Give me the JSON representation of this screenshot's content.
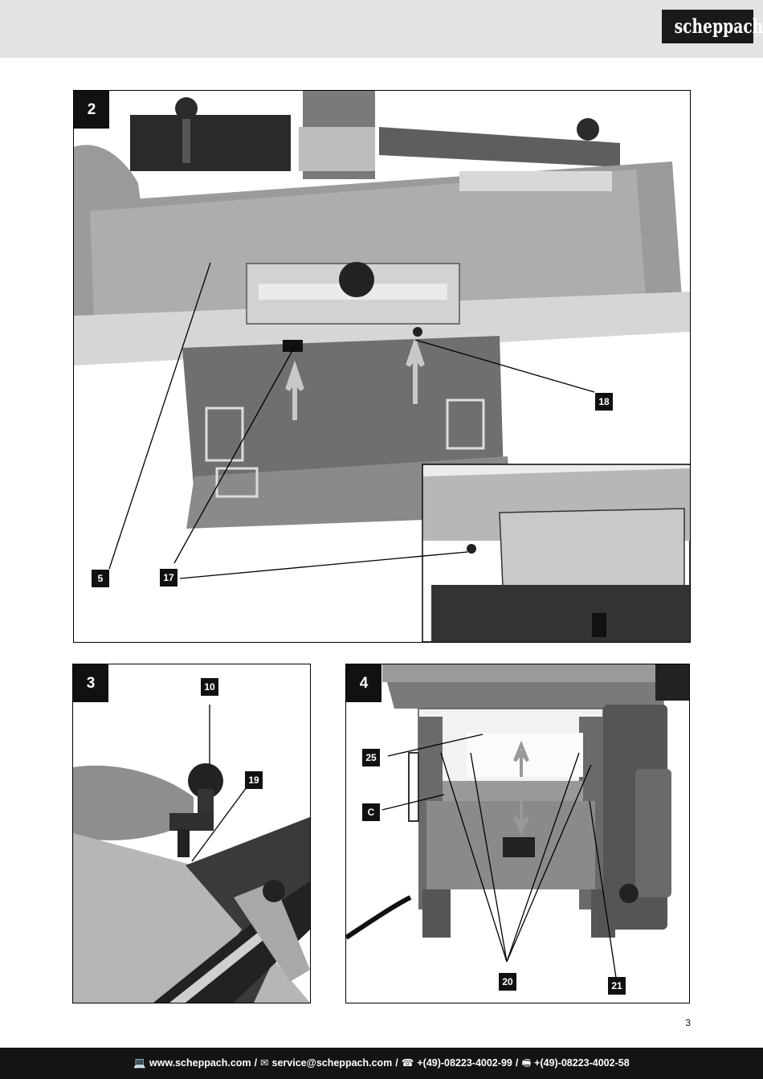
{
  "header": {
    "brand": "scheppach"
  },
  "figures": [
    {
      "label": "2",
      "callouts": [
        "18",
        "5",
        "17"
      ]
    },
    {
      "label": "3",
      "callouts": [
        "10",
        "19"
      ]
    },
    {
      "label": "4",
      "callouts": [
        "25",
        "C",
        "20",
        "21"
      ]
    }
  ],
  "page_number": "3",
  "footer": {
    "web_icon": "computer-icon",
    "web": "www.scheppach.com",
    "mail_icon": "envelope-icon",
    "email": "service@scheppach.com",
    "phone_icon": "telephone-icon",
    "phone": "+(49)-08223-4002-99",
    "fax_icon": "fax-icon",
    "fax": "+(49)-08223-4002-58",
    "separator": "/"
  }
}
